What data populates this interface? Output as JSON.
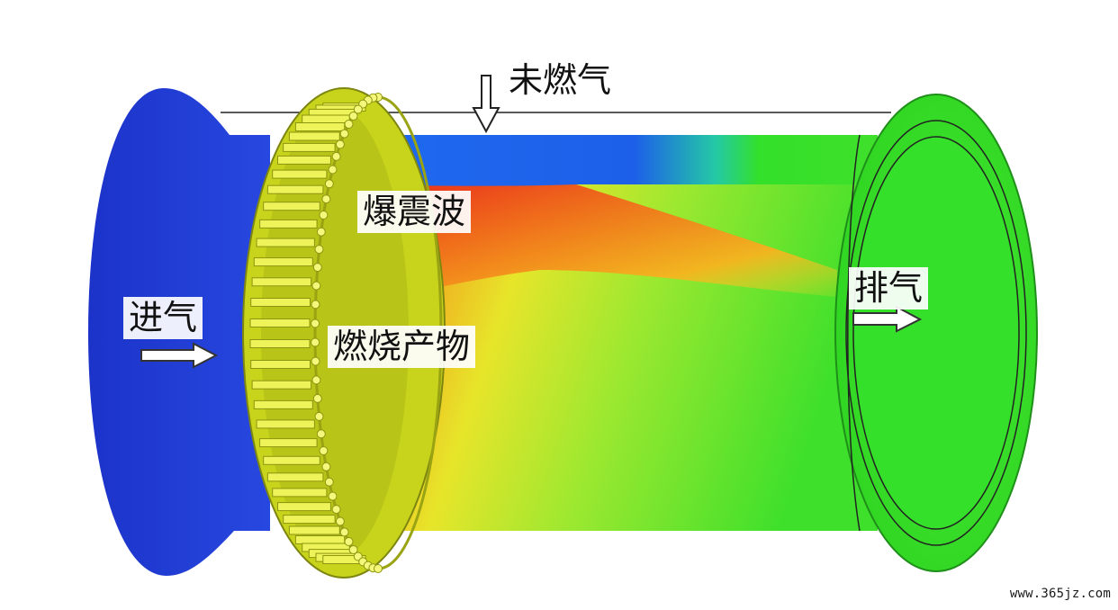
{
  "labels": {
    "unburned_gas": "未燃气",
    "detonation_wave": "爆震波",
    "inlet": "进气",
    "combustion_products": "燃烧产物",
    "exhaust": "排气"
  },
  "watermark": "www.365jz.com",
  "colors": {
    "inlet_blue": "#1f3fd4",
    "unburned_blue": "#1d5fe8",
    "detonation_red": "#e8201c",
    "products_orange": "#f39a1c",
    "products_yellow": "#e9ea2a",
    "exhaust_green": "#33e02a",
    "injector_ring": "#c8d41c",
    "outline": "#222222"
  },
  "icons": {
    "inlet_arrow": "right-arrow-icon",
    "exhaust_arrow": "right-arrow-icon",
    "unburned_arrow": "down-arrow-icon"
  }
}
